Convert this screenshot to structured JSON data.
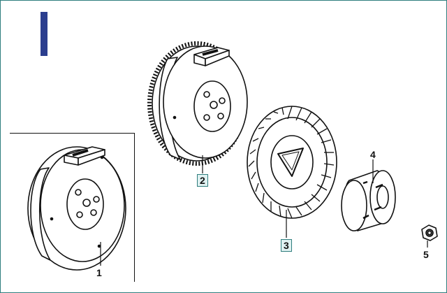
{
  "diagram": {
    "parts": [
      {
        "id": "1",
        "boxed": false
      },
      {
        "id": "2",
        "boxed": true
      },
      {
        "id": "3",
        "boxed": true
      },
      {
        "id": "4",
        "boxed": false
      },
      {
        "id": "5",
        "boxed": false
      }
    ],
    "colors": {
      "frame": "#2f7e7e",
      "section_bar": "#2b3e8e",
      "label_box": "#dff1f1",
      "line": "#111111"
    }
  }
}
